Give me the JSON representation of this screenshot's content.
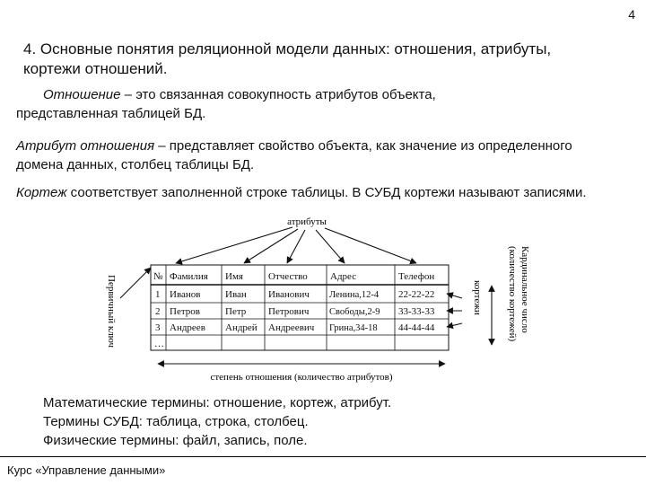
{
  "page_number": "4",
  "title": "4. Основные понятия реляционной модели данных: отношения, атрибуты, кортежи отношений.",
  "para1": {
    "words": [
      "Отношение",
      "–",
      "это",
      "связанная",
      "совокупность",
      "атрибутов",
      "объекта,"
    ],
    "line2": "представленная таблицей БД."
  },
  "para2": {
    "term": "Атрибут отношения",
    "text": " – представляет свойство объекта, как значение из определенного домена данных, столбец таблицы БД."
  },
  "para3": {
    "term": "Кортеж",
    "text": " соответствует заполненной строке таблицы. В СУБД кортежи называют записями."
  },
  "diagram": {
    "label_attributes": "атрибуты",
    "label_primary_key": "Первичный ключ",
    "label_tuples": "кортежи",
    "label_cardinality_1": "Кардинальное число",
    "label_cardinality_2": "(количество кортежей)",
    "label_degree": "степень отношения (количество атрибутов)",
    "table": {
      "headers": [
        "№",
        "Фамилия",
        "Имя",
        "Отчество",
        "Адрес",
        "Телефон"
      ],
      "rows": [
        [
          "1",
          "Иванов",
          "Иван",
          "Иванович",
          "Ленина,12-4",
          "22-22-22"
        ],
        [
          "2",
          "Петров",
          "Петр",
          "Петрович",
          "Свободы,2-9",
          "33-33-33"
        ],
        [
          "3",
          "Андреев",
          "Андрей",
          "Андреевич",
          "Грина,34-18",
          "44-44-44"
        ],
        [
          "…",
          "",
          "",
          "",
          "",
          ""
        ]
      ]
    }
  },
  "terms": [
    "Математические термины: отношение, кортеж, атрибут.",
    "Термины СУБД: таблица, строка, столбец.",
    "Физические термины: файл, запись, поле."
  ],
  "footer": "Курс «Управление данными»"
}
